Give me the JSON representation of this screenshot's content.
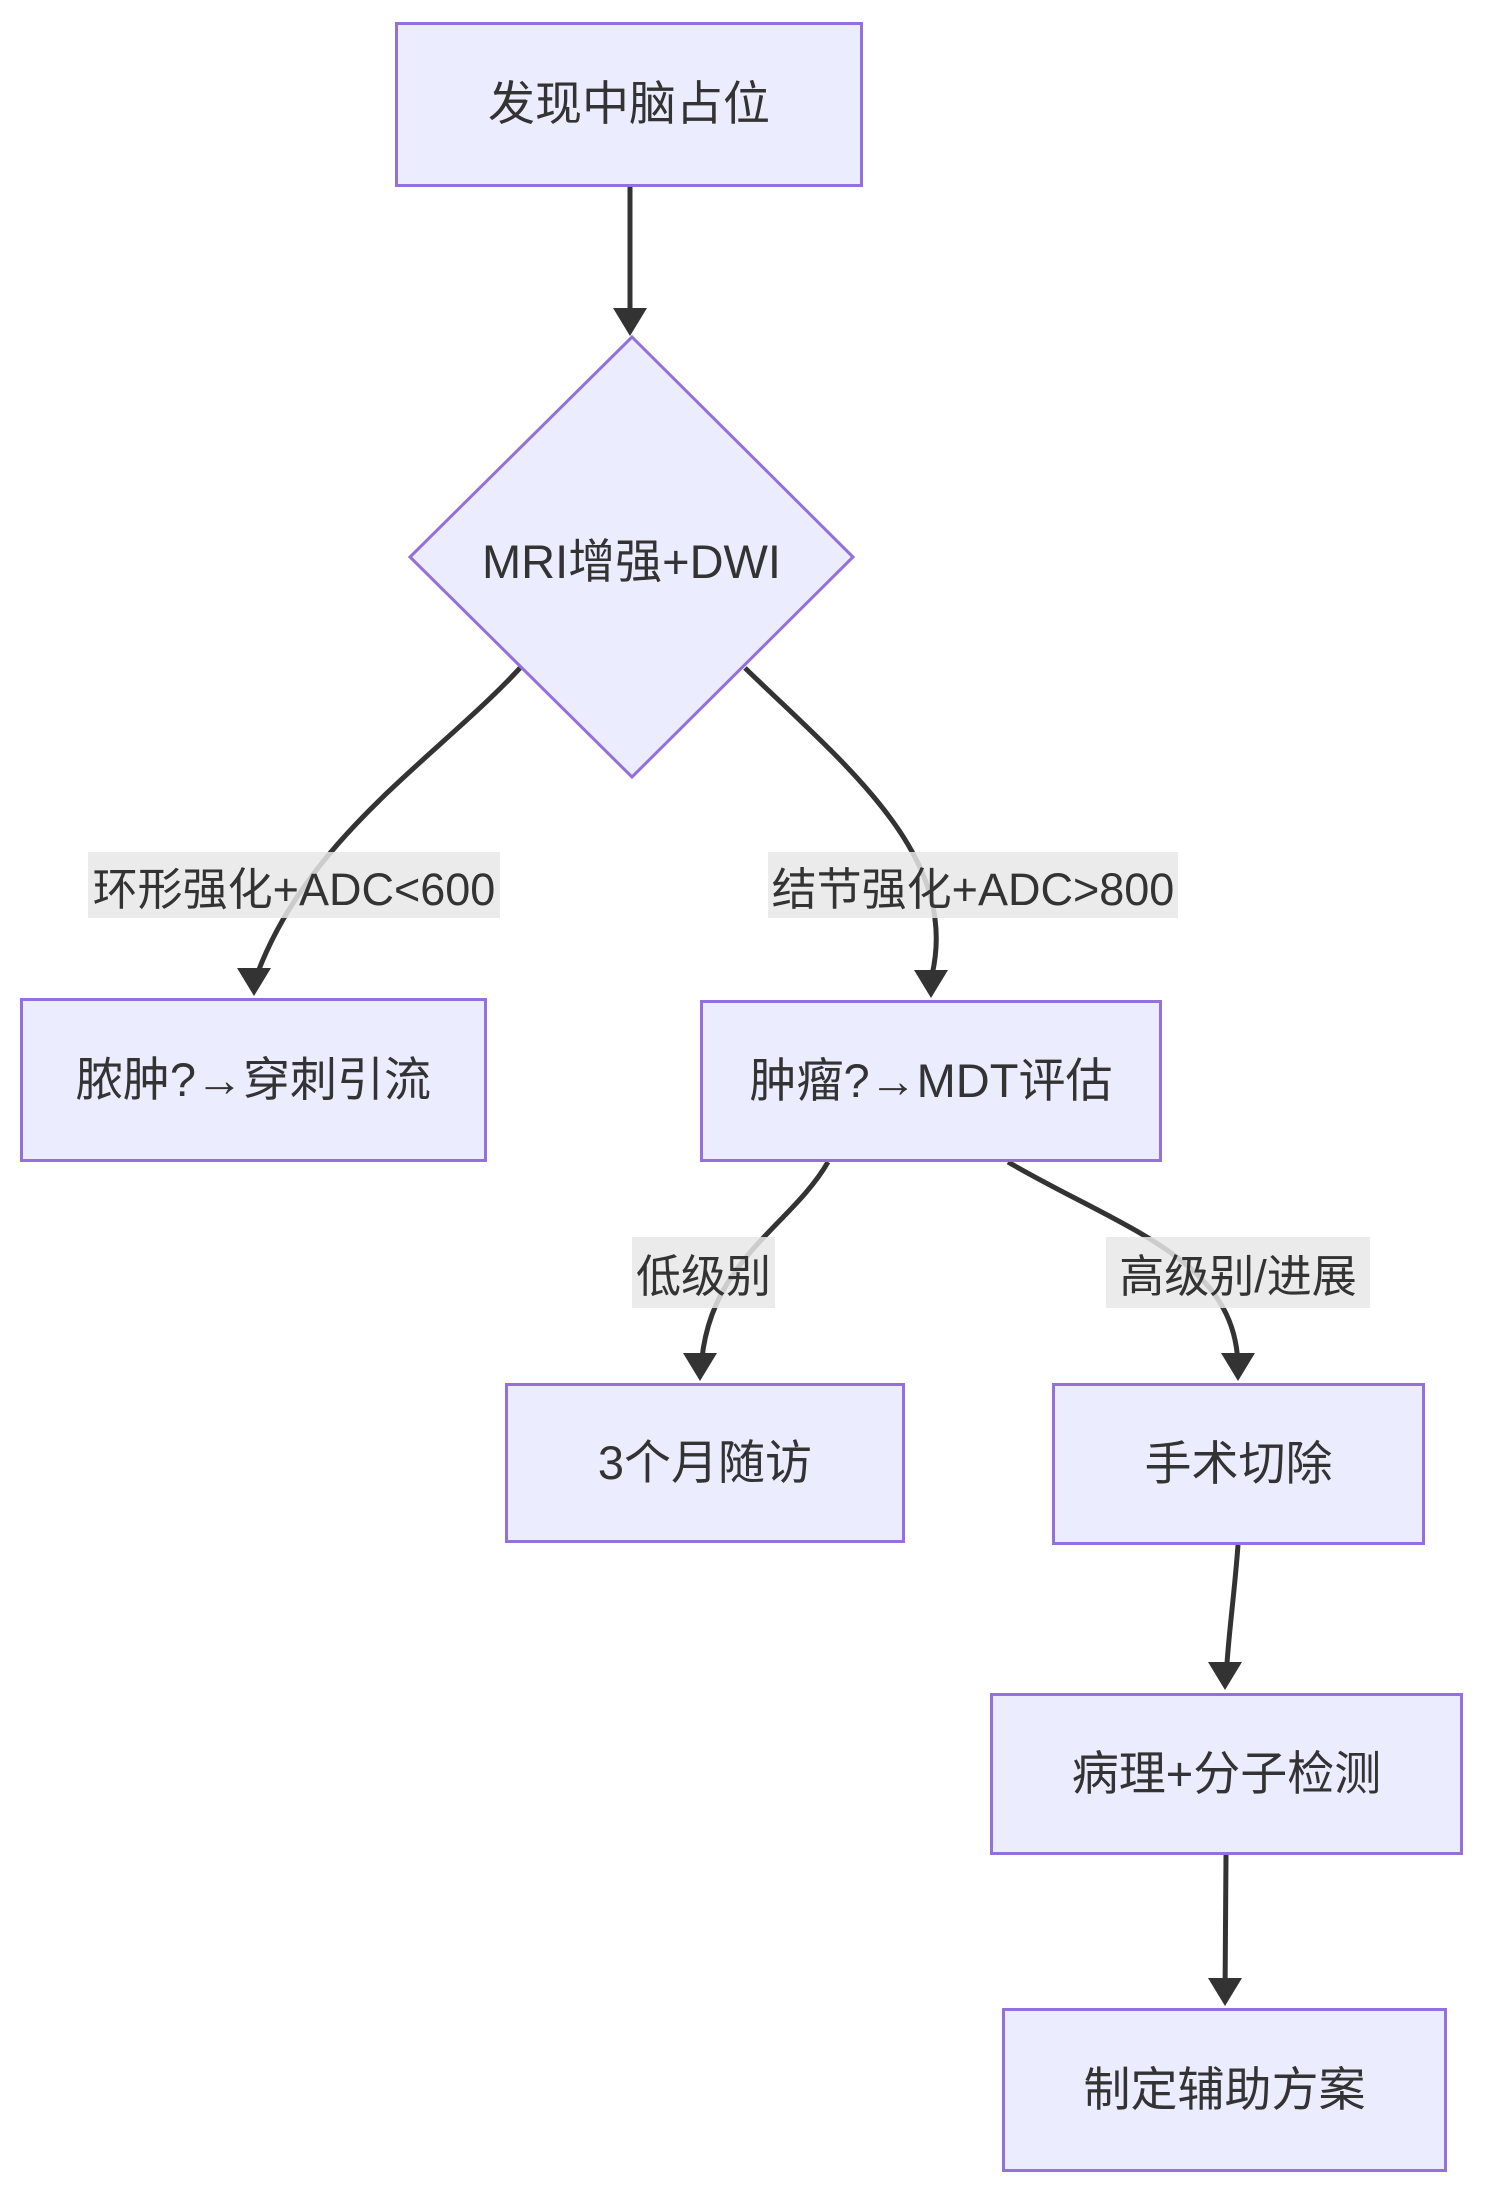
{
  "diagram": {
    "type": "flowchart",
    "direction": "top-bottom",
    "colors": {
      "node_fill": "#ECECFF",
      "node_border": "#9370DB",
      "edge_line": "#333333",
      "text": "#333333",
      "edge_label_bg": "#e8e8e8",
      "canvas_bg": "#ffffff"
    },
    "nodes": [
      {
        "id": "start",
        "shape": "rect",
        "label": "发现中脑占位"
      },
      {
        "id": "mri",
        "shape": "diamond",
        "label": "MRI增强+DWI"
      },
      {
        "id": "abscess",
        "shape": "rect",
        "label": "脓肿?→穿刺引流"
      },
      {
        "id": "tumor",
        "shape": "rect",
        "label": "肿瘤?→MDT评估"
      },
      {
        "id": "followup",
        "shape": "rect",
        "label": "3个月随访"
      },
      {
        "id": "surgery",
        "shape": "rect",
        "label": "手术切除"
      },
      {
        "id": "pathology",
        "shape": "rect",
        "label": "病理+分子检测"
      },
      {
        "id": "plan",
        "shape": "rect",
        "label": "制定辅助方案"
      }
    ],
    "edges": [
      {
        "from": "start",
        "to": "mri",
        "label": ""
      },
      {
        "from": "mri",
        "to": "abscess",
        "label": "环形强化+ADC<600"
      },
      {
        "from": "mri",
        "to": "tumor",
        "label": "结节强化+ADC>800"
      },
      {
        "from": "tumor",
        "to": "followup",
        "label": "低级别"
      },
      {
        "from": "tumor",
        "to": "surgery",
        "label": "高级别/进展"
      },
      {
        "from": "surgery",
        "to": "pathology",
        "label": ""
      },
      {
        "from": "pathology",
        "to": "plan",
        "label": ""
      }
    ]
  }
}
